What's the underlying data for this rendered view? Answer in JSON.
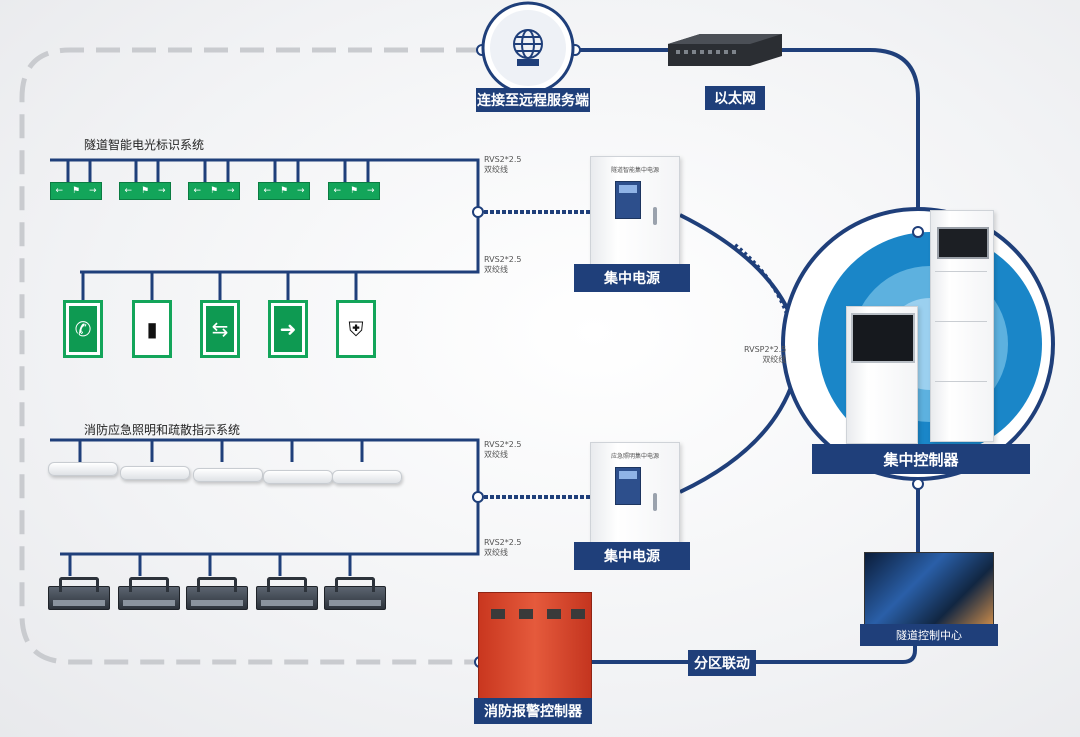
{
  "remote_server": {
    "label": "连接至远程服务端",
    "icon": "globe-icon"
  },
  "ethernet": {
    "label": "以太网",
    "icon": "network-switch-icon"
  },
  "system_signs": {
    "title": "隧道智能电光标识系统"
  },
  "system_lights": {
    "title": "消防应急照明和疏散指示系统"
  },
  "cable_label": {
    "line1": "RVS2*2.5",
    "line2": "双绞线"
  },
  "cable_main": {
    "line1": "RVSP2*2.5",
    "line2": "双绞线"
  },
  "power_units": [
    {
      "label": "集中电源",
      "cabinet_text": "隧道智能集中电源"
    },
    {
      "label": "集中电源",
      "cabinet_text": "应急照明集中电源"
    }
  ],
  "controller": {
    "label": "集中控制器"
  },
  "tunnel_center": {
    "label": "隧道控制中心"
  },
  "zone_link": {
    "label": "分区联动"
  },
  "fire_alarm": {
    "label": "消防报警控制器"
  },
  "exit_signs": [
    {
      "left": "←",
      "right": "→"
    },
    {
      "left": "←",
      "right": "→"
    },
    {
      "left": "←",
      "right": "→"
    },
    {
      "left": "←",
      "right": "→"
    },
    {
      "left": "←",
      "right": "→"
    }
  ],
  "panel_signs": [
    {
      "icon": "phone-icon",
      "glyph": "✆"
    },
    {
      "icon": "hydrant-icon",
      "glyph": "▮"
    },
    {
      "icon": "car-turnaround-icon",
      "glyph": "⇆"
    },
    {
      "icon": "emergency-exit-icon",
      "glyph": "➜"
    },
    {
      "icon": "fire-extinguisher-icon",
      "glyph": "⛨"
    }
  ],
  "colors": {
    "navy": "#1f3f7a",
    "green": "#13a55a",
    "fire_red": "#d9432f",
    "blue_disc": "#1a86c8"
  }
}
